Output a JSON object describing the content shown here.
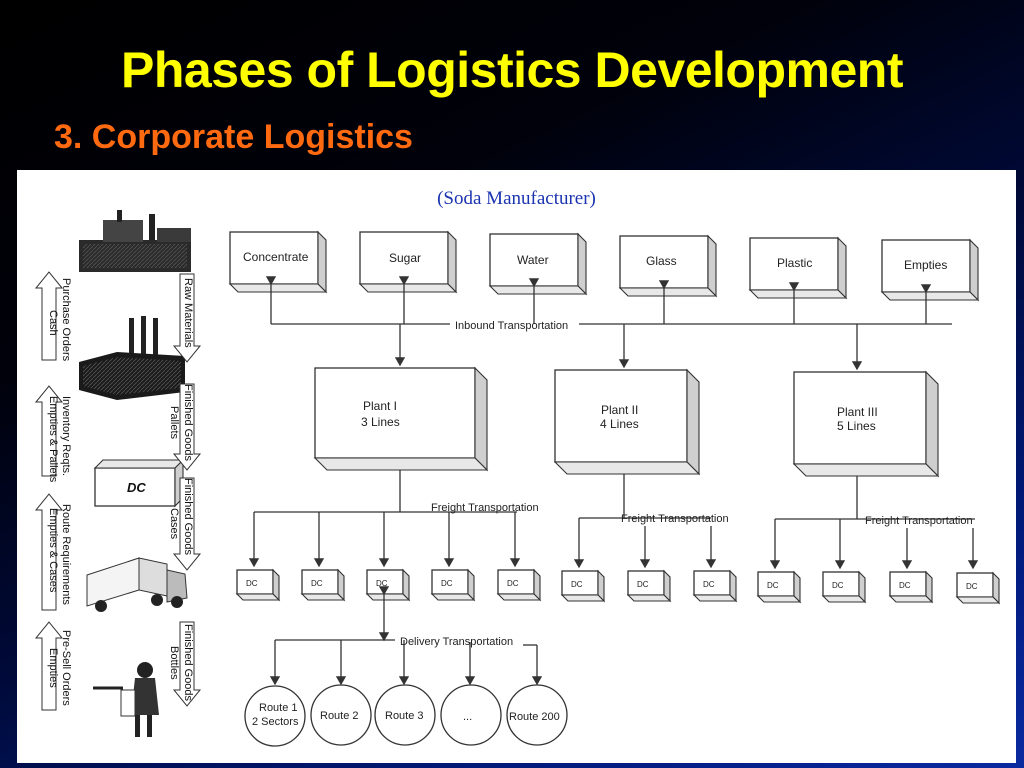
{
  "slide": {
    "title": "Phases of Logistics Development",
    "subtitle": "3.  Corporate Logistics",
    "caption": "(Soda Manufacturer)"
  },
  "left_flow": {
    "labels": {
      "purchase_orders": "Purchase Orders",
      "cash": "Cash",
      "raw_materials": "Raw Materials",
      "inventory_reqts": "Inventory Reqts.",
      "empties_pallets": "Empties & Pallets",
      "finished_goods_pallets_1": "Finished Goods",
      "finished_goods_pallets_2": "Pallets",
      "dc": "DC",
      "route_requirements": "Route Requirements",
      "empties_cases": "Empties & Cases",
      "finished_goods_cases_1": "Finished Goods",
      "finished_goods_cases_2": "Cases",
      "pre_sell_orders": "Pre-Sell Orders",
      "empties": "Empties",
      "finished_goods_bottles_1": "Finished Goods",
      "finished_goods_bottles_2": "Bottles"
    }
  },
  "supplies": [
    "Concentrate",
    "Sugar",
    "Water",
    "Glass",
    "Plastic",
    "Empties"
  ],
  "inbound_label": "Inbound Transportation",
  "plants": [
    {
      "name": "Plant I",
      "lines": "3 Lines"
    },
    {
      "name": "Plant II",
      "lines": "4 Lines"
    },
    {
      "name": "Plant III",
      "lines": "5 Lines"
    }
  ],
  "freight_label": "Freight Transportation",
  "dc_label": "DC",
  "delivery_label": "Delivery Transportation",
  "routes": [
    {
      "line1": "Route 1",
      "line2": "2 Sectors"
    },
    {
      "line1": "Route 2",
      "line2": ""
    },
    {
      "line1": "Route 3",
      "line2": ""
    },
    {
      "line1": "...",
      "line2": ""
    },
    {
      "line1": "Route 200",
      "line2": ""
    }
  ]
}
